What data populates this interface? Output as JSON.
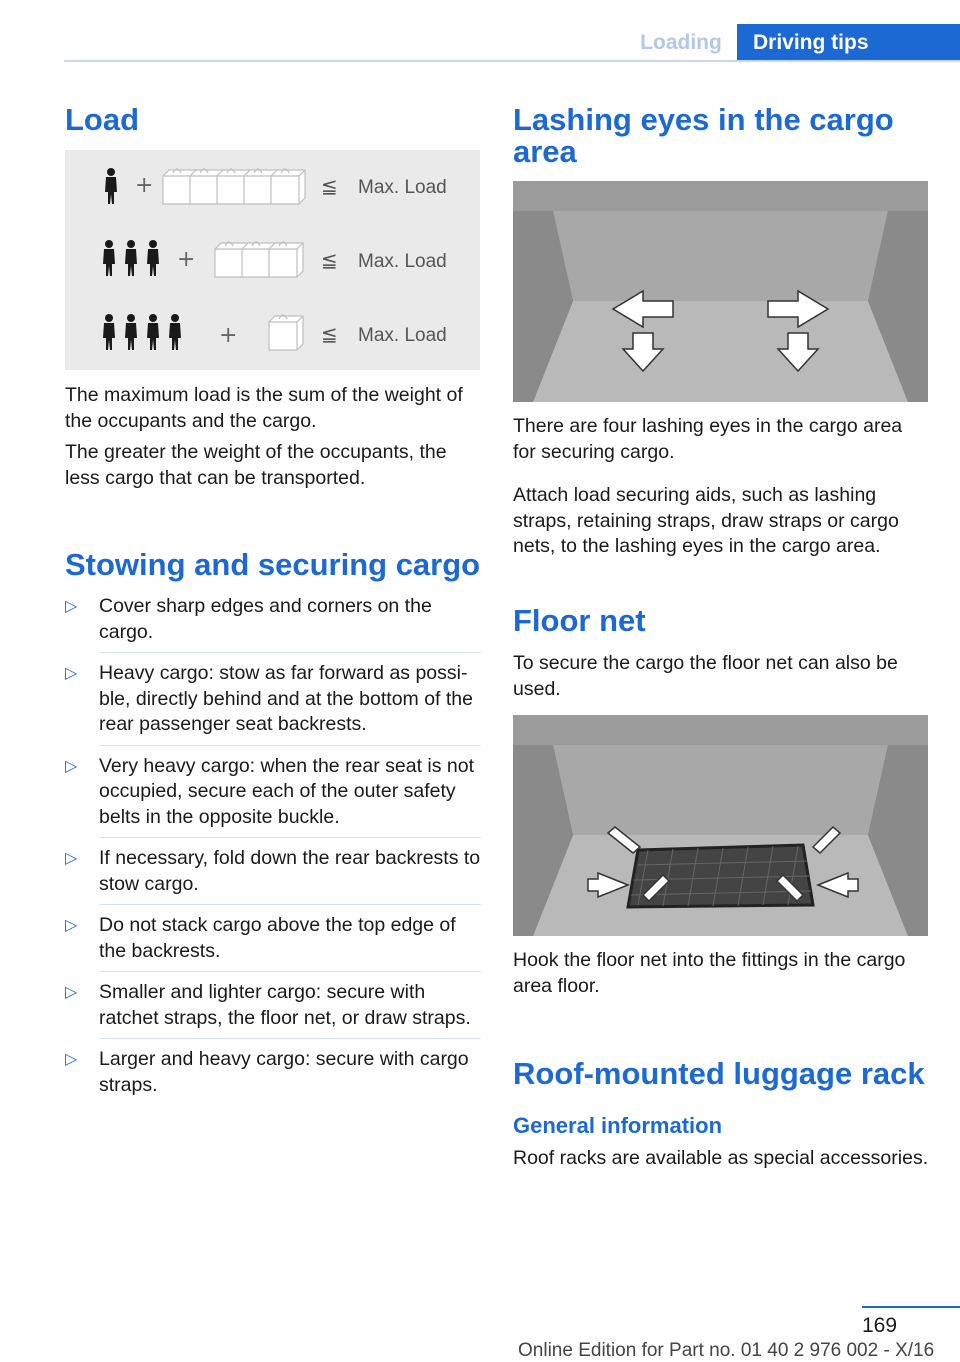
{
  "header": {
    "section": "Loading",
    "chapter": "Driving tips"
  },
  "load": {
    "title": "Load",
    "figure_rows": [
      {
        "label": "Max. Load",
        "people": 1,
        "boxes": 5
      },
      {
        "label": "Max. Load",
        "people": 3,
        "boxes": 3
      },
      {
        "label": "Max. Load",
        "people": 4,
        "boxes": 1
      }
    ],
    "para1": "The maximum load is the sum of the weight of the occupants and the cargo.",
    "para2": "The greater the weight of the occupants, the less cargo that can be transported."
  },
  "stowing": {
    "title": "Stowing and securing cargo",
    "items": [
      "Cover sharp edges and corners on the cargo.",
      "Heavy cargo: stow as far forward as possi‐ble, directly behind and at the bottom of the rear passenger seat backrests.",
      "Very heavy cargo: when the rear seat is not occupied, secure each of the outer safety belts in the opposite buckle.",
      "If necessary, fold down the rear backrests to stow cargo.",
      "Do not stack cargo above the top edge of the backrests.",
      "Smaller and lighter cargo: secure with ratchet straps, the floor net, or draw straps.",
      "Larger and heavy cargo: secure with cargo straps."
    ]
  },
  "lashing": {
    "title": "Lashing eyes in the cargo area",
    "para1": "There are four lashing eyes in the cargo area for securing cargo.",
    "para2": "Attach load securing aids, such as lashing straps, retaining straps, draw straps or cargo nets, to the lashing eyes in the cargo area."
  },
  "floornet": {
    "title": "Floor net",
    "para1": "To secure the cargo the floor net can also be used.",
    "para2": "Hook the floor net into the fittings in the cargo area floor."
  },
  "roof": {
    "title": "Roof-mounted luggage rack",
    "subtitle": "General information",
    "para1": "Roof racks are available as special accessories."
  },
  "footer": {
    "page_number": "169",
    "edition": "Online Edition for Part no. 01 40 2 976 002 - X/16"
  },
  "icons": {
    "bullet": "triangle-right-icon"
  },
  "colors": {
    "accent": "#1c69d4"
  }
}
